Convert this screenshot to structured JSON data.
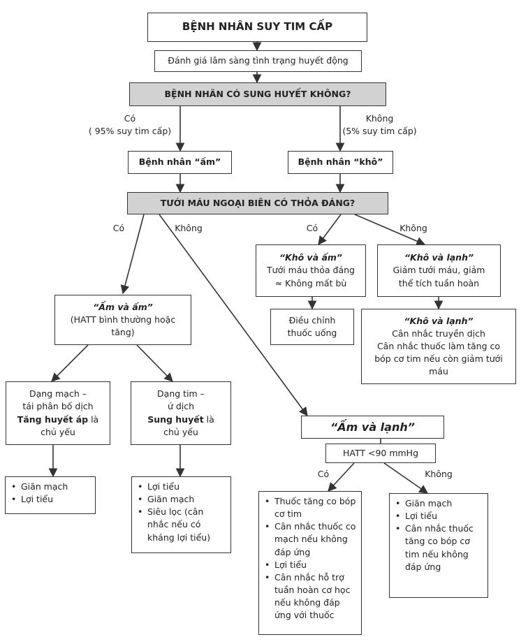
{
  "title": "BỆNH NHÂN SUY TIM CẤP",
  "assess": "Đánh giá lâm sàng tình trạng huyết động",
  "q_congestion": "BỆNH NHÂN CÓ SUNG HUYẾT KHÔNG?",
  "branch_yes": {
    "label": "Có",
    "note": "( 95% suy tim cấp)"
  },
  "branch_no": {
    "label": "Không",
    "note": "(5% suy tim cấp)"
  },
  "warm_patient": {
    "prefix": "Bệnh nhân ",
    "term": "“ấm”"
  },
  "dry_patient": {
    "prefix": "Bệnh nhân ",
    "term": "“khô”"
  },
  "q_perfusion": "TƯỚI MÁU NGOẠI BIÊN CÓ THỎA ĐÁNG?",
  "labels": {
    "yes_left": "Có",
    "no_left": "Không",
    "yes_right": "Có",
    "no_right": "Không",
    "yes_bp": "Có",
    "no_bp": "Không"
  },
  "dry_warm": {
    "title": "“Khô và ấm”",
    "line1": "Tưới máu thỏa đáng",
    "line2": "≈ Không mất bù"
  },
  "dry_cold": {
    "title": "“Khô và lạnh”",
    "line1": "Giảm tưới máu, giảm",
    "line2": "thể tích tuần hoàn"
  },
  "adjust_oral": {
    "line1": "Điều chỉnh",
    "line2": "thuốc uống"
  },
  "dry_cold_tx": {
    "title": "“Khô và lạnh”",
    "line1": "Cân nhắc truyền dịch",
    "line2": "Cân nhắc thuốc làm tăng co",
    "line3": "bóp cơ tim nếu còn giảm tưới",
    "line4": "máu"
  },
  "warm_warm": {
    "title": "“Ấm và ấm”",
    "line1": "(HATT bình thường hoặc",
    "line2": "tăng)"
  },
  "vascular": {
    "line1": "Dạng mạch –",
    "line2": "tái phân bố dịch",
    "bold": "Tăng huyết áp",
    "tail": " là",
    "line4": "chủ yếu"
  },
  "cardiac": {
    "line1": "Dạng tim –",
    "line2": "ứ dịch",
    "bold": "Sung huyết",
    "tail": " là",
    "line4": "chủ yếu"
  },
  "warm_cold": {
    "title": "“Ấm và lạnh”",
    "sbp": "HATT <90 mmHg"
  },
  "vascular_tx": [
    "Giãn mạch",
    "Lợi tiểu"
  ],
  "cardiac_tx": [
    "Lợi tiểu",
    "Giãn mạch",
    "Siêu lọc (cân nhắc nếu có kháng lợi tiểu)"
  ],
  "low_bp_tx": [
    "Thuốc tăng co bóp cơ tim",
    "Cân nhắc thuốc co mạch nếu không đáp ứng",
    "Lợi tiểu",
    "Cân nhắc hỗ trợ tuần hoàn cơ học nếu không đáp ứng với thuốc"
  ],
  "ok_bp_tx": [
    "Giãn mạch",
    "Lợi tiểu",
    "Cân nhắc thuốc tăng co bóp cơ tim nếu không đáp ứng"
  ]
}
